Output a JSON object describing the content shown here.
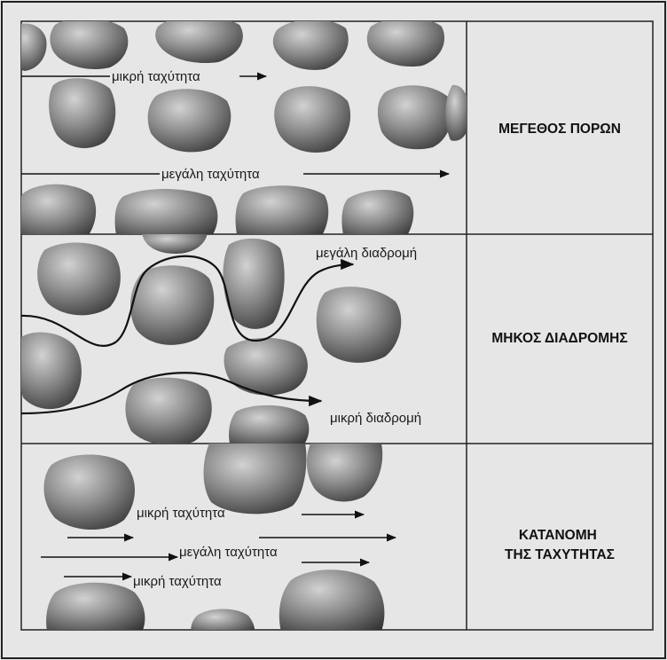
{
  "panels": [
    {
      "side_label": [
        "ΜΕΓΕΘΟΣ ΠΟΡΩΝ"
      ],
      "arrow_labels": [
        "μικρή ταχύτητα",
        "μεγάλη ταχύτητα"
      ]
    },
    {
      "side_label": [
        "ΜΗΚΟΣ ΔΙΑΔΡΟΜΗΣ"
      ],
      "arrow_labels": [
        "μεγάλη διαδρομή",
        "μικρή διαδρομή"
      ]
    },
    {
      "side_label": [
        "ΚΑΤΑΝΟΜΗ",
        "ΤΗΣ ΤΑΧΥΤΗΤΑΣ"
      ],
      "arrow_labels": [
        "μικρή ταχύτητα",
        "μεγάλη ταχύτητα",
        "μικρή ταχύτητα"
      ]
    }
  ],
  "colors": {
    "grain_light": "#c4c4c4",
    "grain_dark": "#3a3a3a",
    "panel_bg": "#e6e6e6",
    "border": "#222222"
  }
}
